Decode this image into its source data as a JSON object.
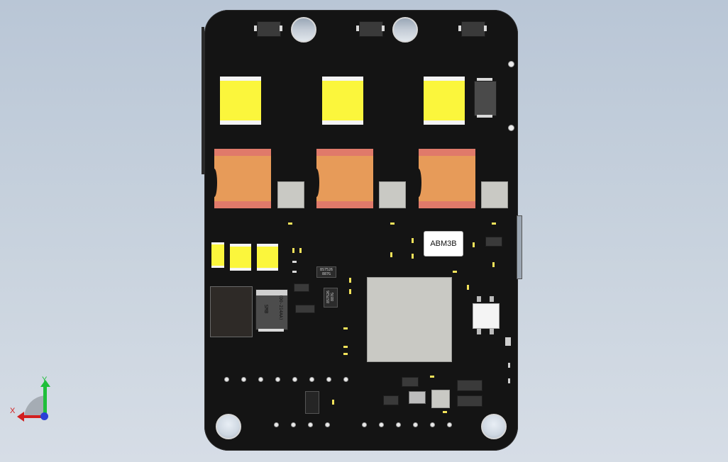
{
  "components": {
    "module_label": "ABM3B",
    "diode_marking_1": "SMB",
    "diode_marking_2": "(DO-214AA)",
    "ic_small_1": "8S7526 887G",
    "ic_small_2": "8S7526 887G"
  },
  "triad": {
    "x_label": "X",
    "y_label": "Y"
  },
  "colors": {
    "background": "#c3cfdc",
    "pcb": "#141414",
    "capacitor": "#fbf63c",
    "inductor": "#e79b59",
    "axis_x": "#d21f1f",
    "axis_y": "#1fbf3a",
    "axis_z": "#2b3fd6"
  }
}
